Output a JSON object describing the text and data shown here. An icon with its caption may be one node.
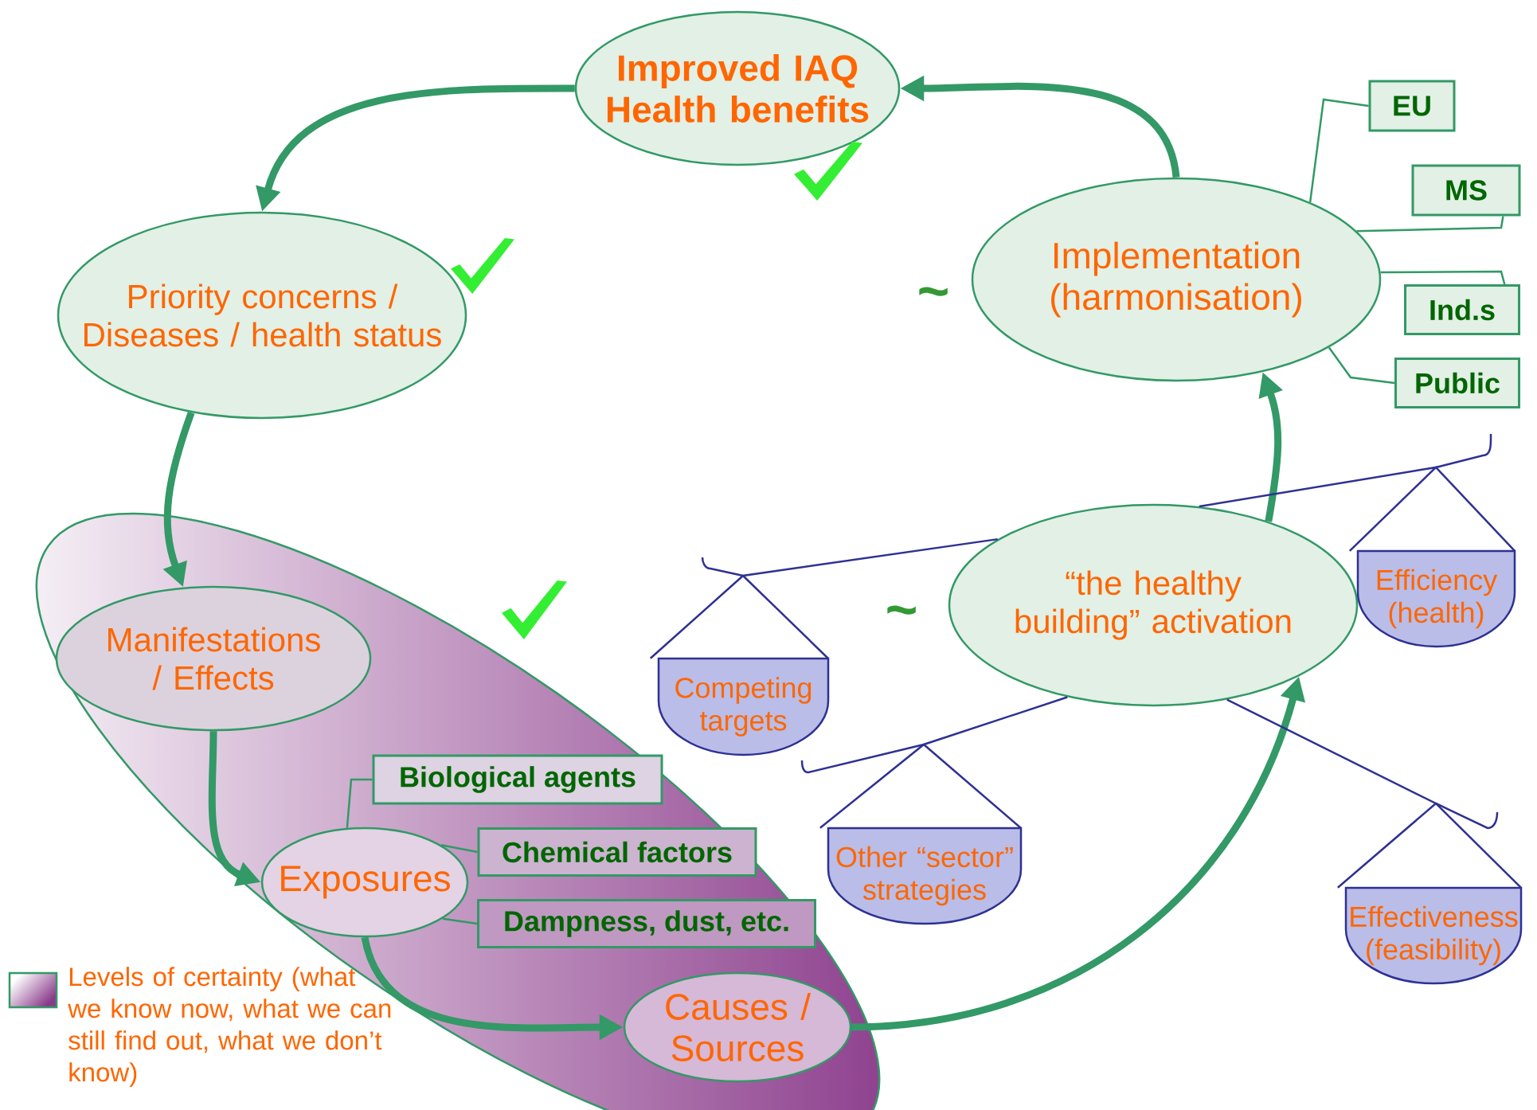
{
  "diagram": {
    "nodes": [
      {
        "text": [
          "Improved IAQ Health benefits"
        ]
      },
      {
        "text": [
          "Priority concerns / Diseases / health status"
        ]
      },
      {
        "text": [
          "Manifestations / Effects"
        ]
      },
      {
        "text": [
          "Exposures"
        ]
      },
      {
        "text": [
          "Biological agents"
        ]
      },
      {
        "text": [
          "Chemical factors"
        ]
      },
      {
        "text": [
          "Dampness, dust, etc."
        ]
      },
      {
        "text": [
          "Causes / Sources"
        ]
      },
      {
        "text": [
          "“the healthy building” activation"
        ]
      },
      {
        "text": [
          "Implementation (harmonisation)"
        ]
      },
      {
        "text": [
          "EU"
        ]
      },
      {
        "text": [
          "MS"
        ]
      },
      {
        "text": [
          "Ind.s"
        ]
      },
      {
        "text": [
          "Public"
        ]
      },
      {
        "text": [
          "Competing targets"
        ]
      },
      {
        "text": [
          "Other “sector” strategies"
        ]
      },
      {
        "text": [
          "Efficiency (health)"
        ]
      },
      {
        "text": [
          "Effectiveness (feasibility)"
        ]
      }
    ],
    "edges": [
      {
        "from": 0,
        "to": 1,
        "arrow": "to",
        "style": "thick"
      },
      {
        "from": 1,
        "to": 2,
        "arrow": "to",
        "style": "thick"
      },
      {
        "from": 2,
        "to": 3,
        "arrow": "to",
        "style": "thick"
      },
      {
        "from": 3,
        "to": 7,
        "arrow": "to",
        "style": "thick"
      },
      {
        "from": 7,
        "to": 8,
        "arrow": "to",
        "style": "thick"
      },
      {
        "from": 8,
        "to": 9,
        "arrow": "to",
        "style": "thick"
      },
      {
        "from": 9,
        "to": 0,
        "arrow": "to",
        "style": "thick"
      },
      {
        "from": 9,
        "to": 10,
        "arrow": "none"
      },
      {
        "from": 9,
        "to": 11,
        "arrow": "none"
      },
      {
        "from": 9,
        "to": 12,
        "arrow": "none"
      },
      {
        "from": 9,
        "to": 13,
        "arrow": "none"
      },
      {
        "from": 3,
        "to": 4,
        "arrow": "none"
      },
      {
        "from": 3,
        "to": 5,
        "arrow": "none"
      },
      {
        "from": 3,
        "to": 6,
        "arrow": "none"
      },
      {
        "from": 8,
        "to": 14,
        "arrow": "none",
        "color": "#2e3192"
      },
      {
        "from": 8,
        "to": 15,
        "arrow": "none",
        "color": "#2e3192"
      },
      {
        "from": 8,
        "to": 16,
        "arrow": "none",
        "color": "#2e3192"
      },
      {
        "from": 8,
        "to": 17,
        "arrow": "none",
        "color": "#2e3192"
      }
    ],
    "labels": [
      "~",
      "~"
    ],
    "legend": [
      {
        "text": "Levels of certainty (what we know now, what we can still find out, what we don’t know)"
      }
    ]
  }
}
